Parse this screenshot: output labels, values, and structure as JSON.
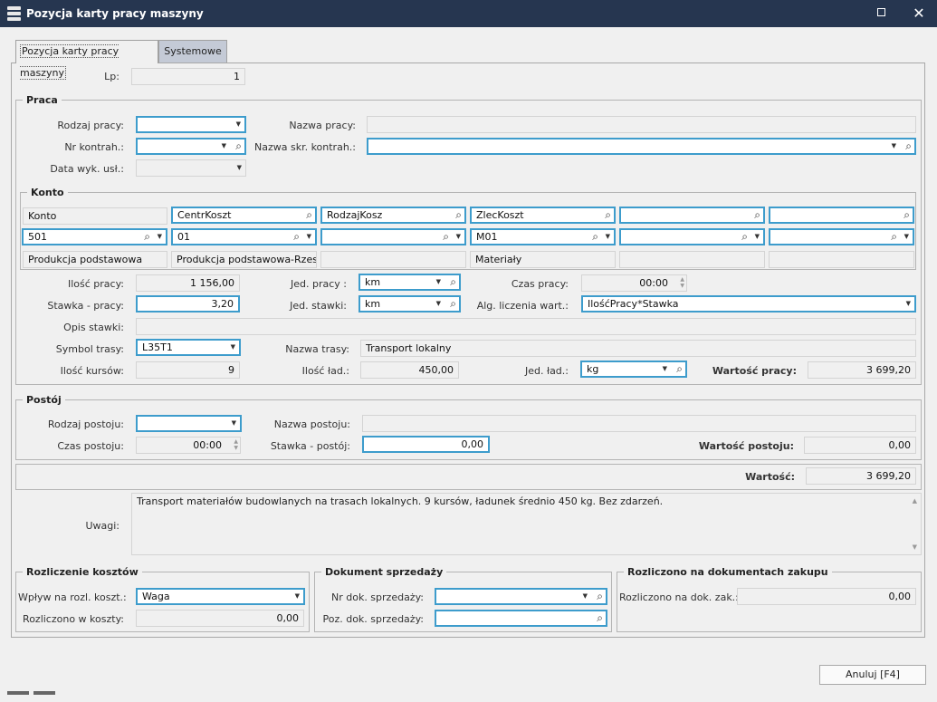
{
  "window": {
    "title": "Pozycja karty pracy maszyny"
  },
  "tabs": [
    "Pozycja karty pracy maszyny",
    "Systemowe"
  ],
  "lp": {
    "label": "Lp:",
    "value": "1"
  },
  "praca": {
    "title": "Praca",
    "rodzaj_label": "Rodzaj pracy:",
    "rodzaj_value": "",
    "nazwa_label": "Nazwa pracy:",
    "nazwa_value": "",
    "nr_kontrah_label": "Nr kontrah.:",
    "nr_kontrah_value": "",
    "nazwa_skr_label": "Nazwa skr. kontrah.:",
    "nazwa_skr_value": "",
    "data_label": "Data wyk. usł.:",
    "data_value": ""
  },
  "konto": {
    "title": "Konto",
    "headers": [
      "Konto",
      "CentrKoszt",
      "RodzajKosz",
      "ZlecKoszt",
      "",
      ""
    ],
    "values": [
      "501",
      "01",
      "",
      "M01",
      "",
      ""
    ],
    "names": [
      "Produkcja podstawowa",
      "Produkcja podstawowa-Rzeszó",
      "",
      "Materiały",
      "",
      ""
    ]
  },
  "details": {
    "ilosc_pracy_label": "Ilość pracy:",
    "ilosc_pracy": "1 156,00",
    "jed_pracy_label": "Jed. pracy :",
    "jed_pracy": "km",
    "czas_pracy_label": "Czas pracy:",
    "czas_pracy": "00:00",
    "stawka_label": "Stawka - pracy:",
    "stawka": "3,20",
    "jed_stawki_label": "Jed. stawki:",
    "jed_stawki": "km",
    "alg_label": "Alg. liczenia wart.:",
    "alg": "IlośćPracy*Stawka",
    "opis_label": "Opis stawki:",
    "opis": "",
    "symbol_label": "Symbol trasy:",
    "symbol": "L35T1",
    "nazwa_trasy_label": "Nazwa trasy:",
    "nazwa_trasy": "Transport lokalny",
    "ilosc_kursow_label": "Ilość kursów:",
    "ilosc_kursow": "9",
    "ilosc_lad_label": "Ilość ład.:",
    "ilosc_lad": "450,00",
    "jed_lad_label": "Jed. ład.:",
    "jed_lad": "kg",
    "wartosc_pracy_label": "Wartość pracy:",
    "wartosc_pracy": "3 699,20"
  },
  "postoj": {
    "title": "Postój",
    "rodzaj_label": "Rodzaj postoju:",
    "rodzaj": "",
    "nazwa_label": "Nazwa postoju:",
    "nazwa": "",
    "czas_label": "Czas postoju:",
    "czas": "00:00",
    "stawka_label": "Stawka - postój:",
    "stawka": "0,00",
    "wartosc_label": "Wartość postoju:",
    "wartosc": "0,00"
  },
  "wartosc": {
    "label": "Wartość:",
    "value": "3 699,20"
  },
  "uwagi": {
    "label": "Uwagi:",
    "text": "Transport materiałów budowlanych na trasach lokalnych. 9 kursów, ładunek średnio 450 kg. Bez zdarzeń."
  },
  "rozliczenie": {
    "title": "Rozliczenie kosztów",
    "wplyw_label": "Wpływ na rozl. koszt.:",
    "wplyw": "Waga",
    "rozliczono_label": "Rozliczono w koszty:",
    "rozliczono": "0,00"
  },
  "dokument": {
    "title": "Dokument sprzedaży",
    "nr_label": "Nr dok. sprzedaży:",
    "nr": "",
    "poz_label": "Poz. dok. sprzedaży:",
    "poz": ""
  },
  "zakup": {
    "title": "Rozliczono na dokumentach zakupu",
    "label": "Rozliczono na dok. zak.:",
    "value": "0,00"
  },
  "buttons": {
    "cancel": "Anuluj [F4]"
  },
  "icons": {
    "dropdown": "chevron-down-icon",
    "search": "search-icon",
    "app": "app-menu-icon",
    "maximize": "maximize-icon",
    "close": "close-icon"
  },
  "colors": {
    "titlebar": "#263650",
    "active_border": "#3d9ccc",
    "tab_inactive": "#c4cad6"
  }
}
